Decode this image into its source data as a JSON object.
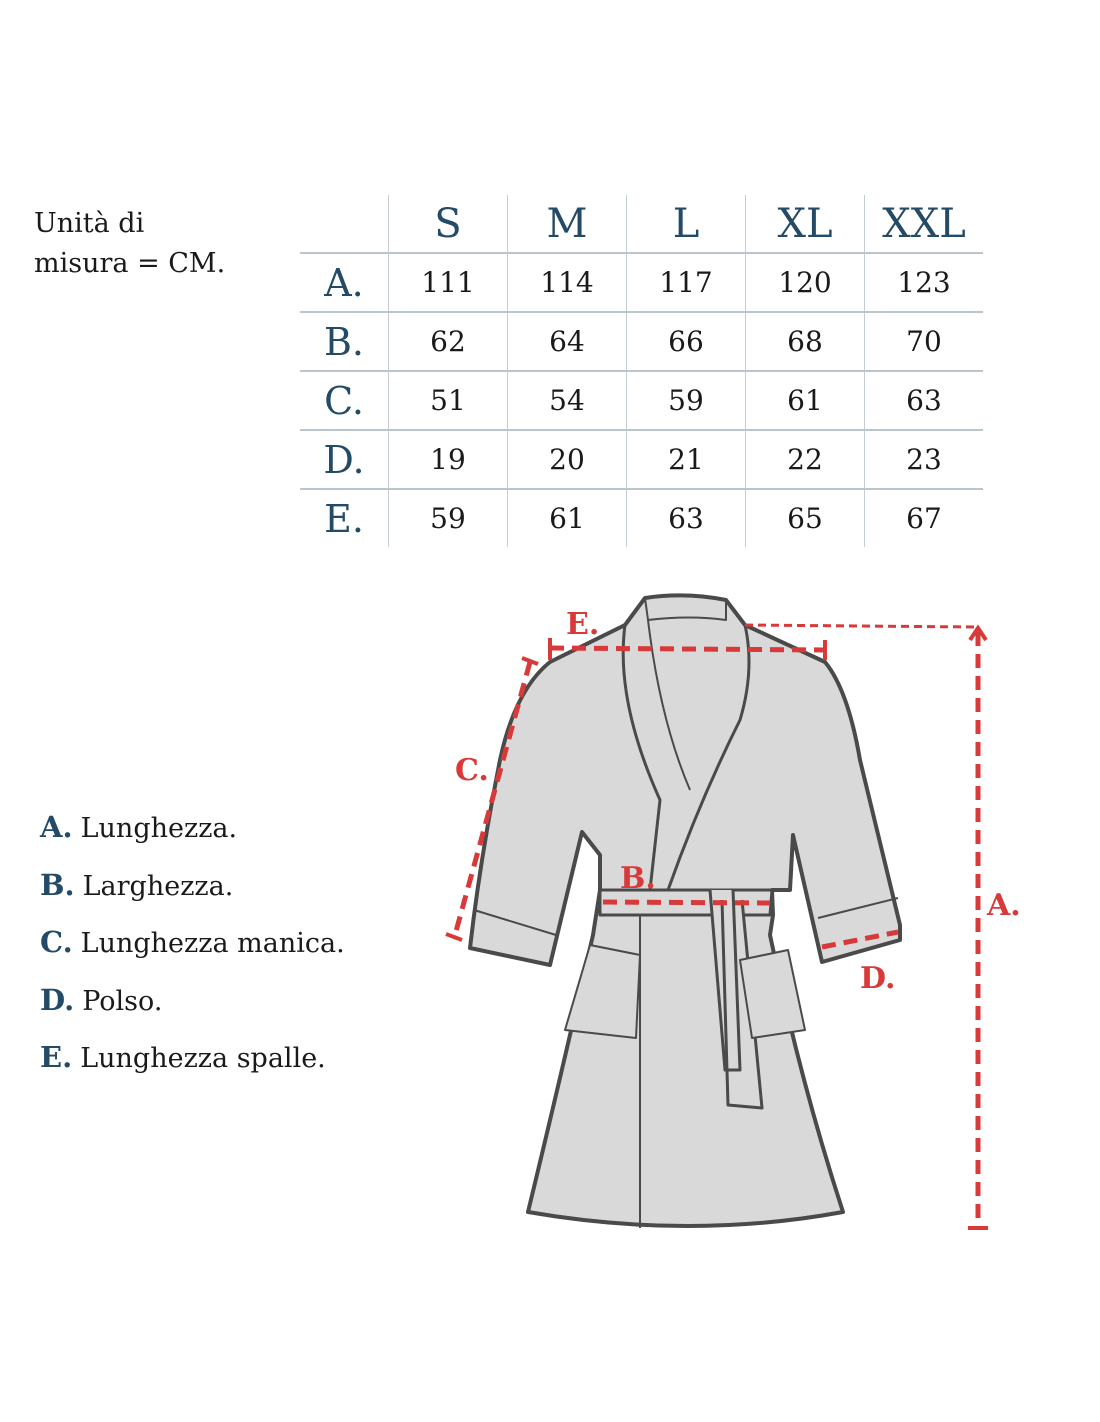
{
  "unit_note": {
    "line1": "Unità di",
    "line2": "misura = CM."
  },
  "table": {
    "sizes": [
      "S",
      "M",
      "L",
      "XL",
      "XXL"
    ],
    "rows": [
      {
        "label": "A.",
        "values": [
          "111",
          "114",
          "117",
          "120",
          "123"
        ]
      },
      {
        "label": "B.",
        "values": [
          "62",
          "64",
          "66",
          "68",
          "70"
        ]
      },
      {
        "label": "C.",
        "values": [
          "51",
          "54",
          "59",
          "61",
          "63"
        ]
      },
      {
        "label": "D.",
        "values": [
          "19",
          "20",
          "21",
          "22",
          "23"
        ]
      },
      {
        "label": "E.",
        "values": [
          "59",
          "61",
          "63",
          "65",
          "67"
        ]
      }
    ]
  },
  "legend": [
    {
      "key": "A.",
      "text": "Lunghezza."
    },
    {
      "key": "B.",
      "text": "Larghezza."
    },
    {
      "key": "C.",
      "text": "Lunghezza manica."
    },
    {
      "key": "D.",
      "text": "Polso."
    },
    {
      "key": "E.",
      "text": "Lunghezza spalle."
    }
  ],
  "diagram_labels": {
    "a": "A.",
    "b": "B.",
    "c": "C.",
    "d": "D.",
    "e": "E."
  },
  "colors": {
    "heading": "#234a66",
    "measure": "#d83a3a",
    "garment": "#d9d9d9",
    "outline": "#4a4a4a"
  }
}
